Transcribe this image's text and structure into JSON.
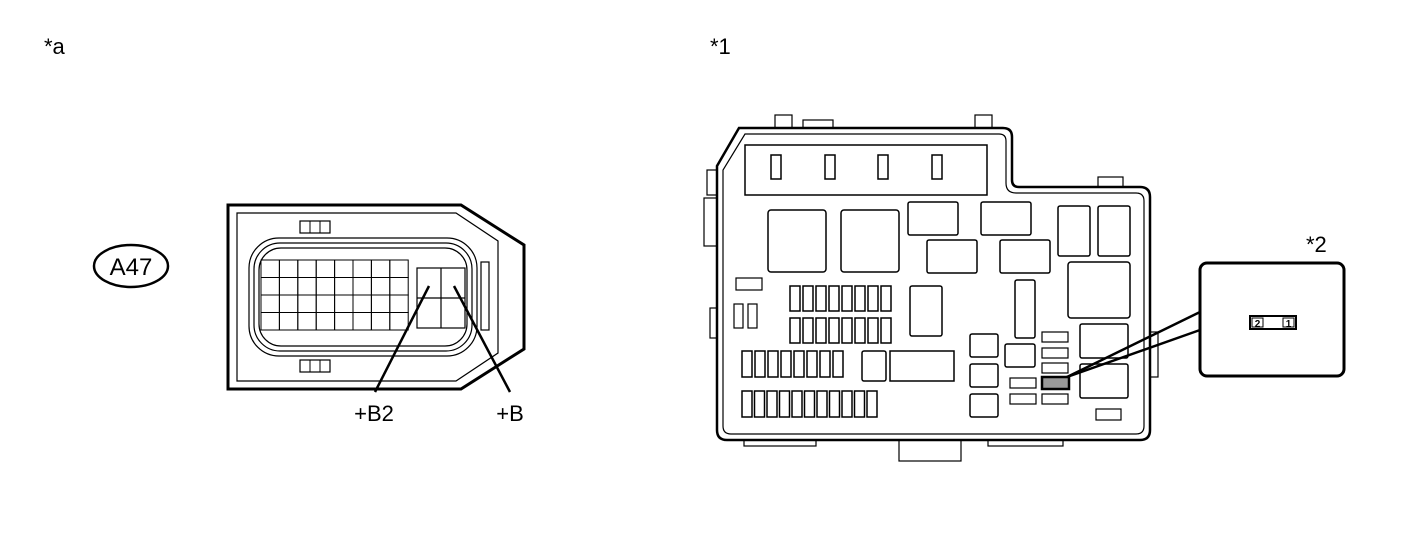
{
  "diagram": {
    "left": {
      "ref_label": "*a",
      "connector_id": "A47",
      "terminals": [
        "+B2",
        "+B"
      ]
    },
    "right": {
      "ref_label": "*1",
      "callout_label": "*2",
      "pin_numbers": [
        "2",
        "1"
      ]
    }
  },
  "colors": {
    "line": "#000000",
    "background": "#ffffff",
    "highlight_fuse": "#999999"
  }
}
